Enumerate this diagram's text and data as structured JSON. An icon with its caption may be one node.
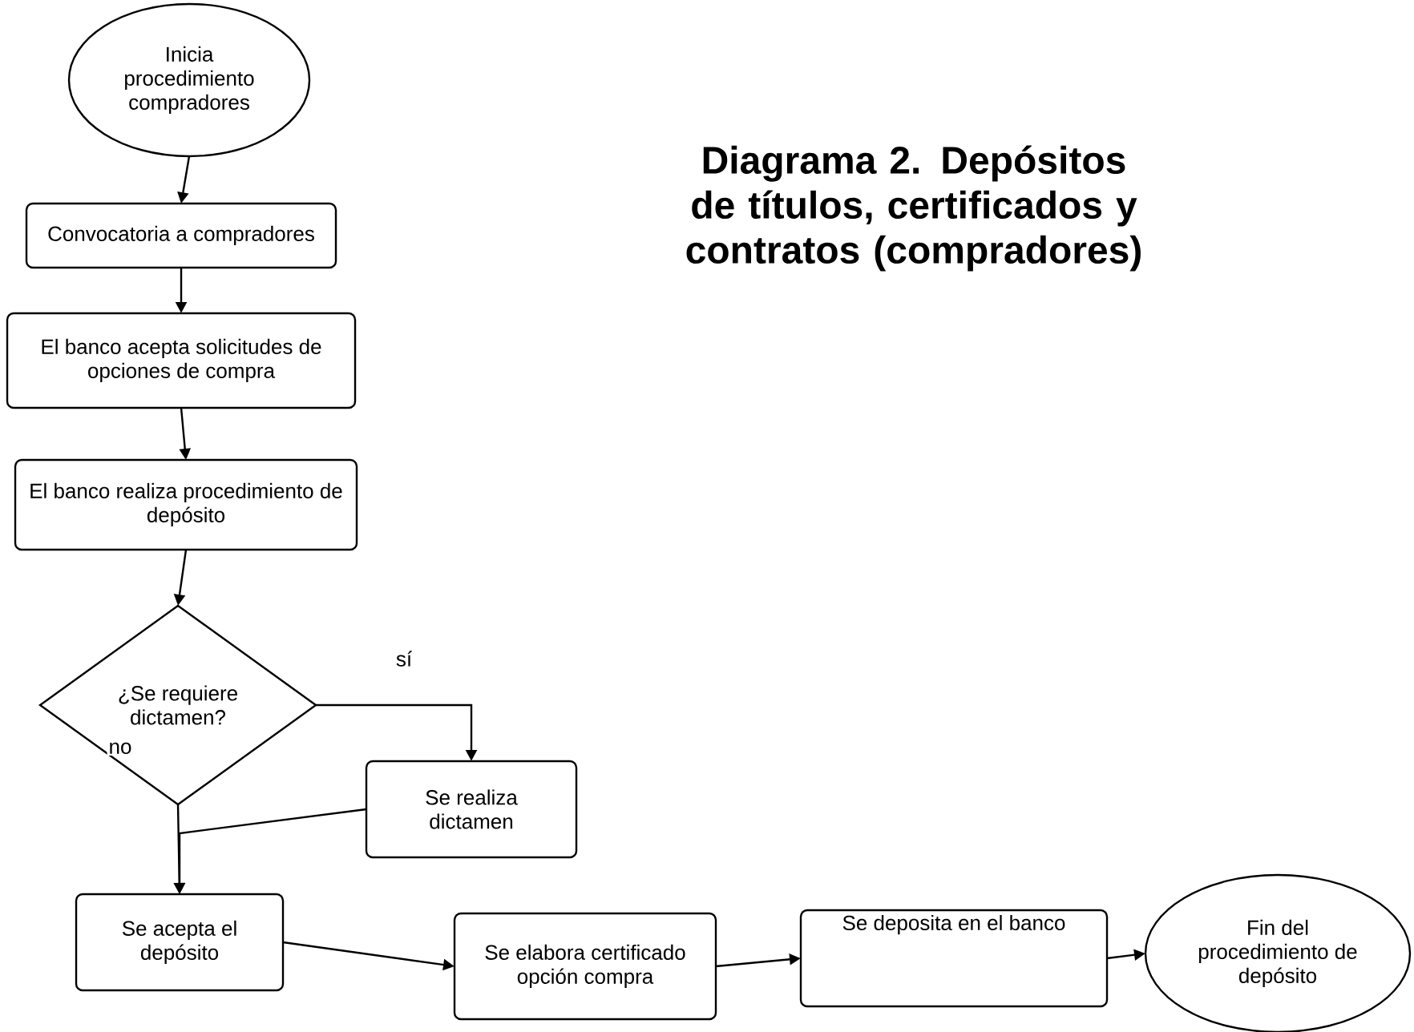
{
  "diagram": {
    "title": "Diagrama 2. Depósitos de títulos, certificados y contratos (compradores)",
    "nodes": [
      {
        "text": [
          "Inicia procedimiento compradores"
        ]
      },
      {
        "text": [
          "Convocatoria a compradores"
        ]
      },
      {
        "text": [
          "El banco acepta solicitudes de opciones de compra"
        ]
      },
      {
        "text": [
          "El banco realiza procedimiento de depósito"
        ]
      },
      {
        "text": [
          "¿Se requiere dictamen?"
        ]
      },
      {
        "text": [
          "Se realiza dictamen"
        ]
      },
      {
        "text": [
          "Se acepta el depósito"
        ]
      },
      {
        "text": [
          "Se elabora certificado opción compra"
        ]
      },
      {
        "text": [
          "Se deposita en el banco"
        ]
      },
      {
        "text": [
          "Fin del procedimiento de depósito"
        ]
      }
    ],
    "edges": [
      {
        "from": 0,
        "to": 1,
        "arrow": "to"
      },
      {
        "from": 1,
        "to": 2,
        "arrow": "to"
      },
      {
        "from": 2,
        "to": 3,
        "arrow": "to"
      },
      {
        "from": 3,
        "to": 4,
        "arrow": "to"
      },
      {
        "from": 4,
        "to": 5,
        "arrow": "to",
        "label": "sí"
      },
      {
        "from": 4,
        "to": 6,
        "arrow": "to",
        "label": "no"
      },
      {
        "from": 5,
        "to": 6,
        "arrow": "to"
      },
      {
        "from": 6,
        "to": 7,
        "arrow": "to"
      },
      {
        "from": 7,
        "to": 8,
        "arrow": "to"
      },
      {
        "from": 8,
        "to": 9,
        "arrow": "to"
      }
    ]
  }
}
